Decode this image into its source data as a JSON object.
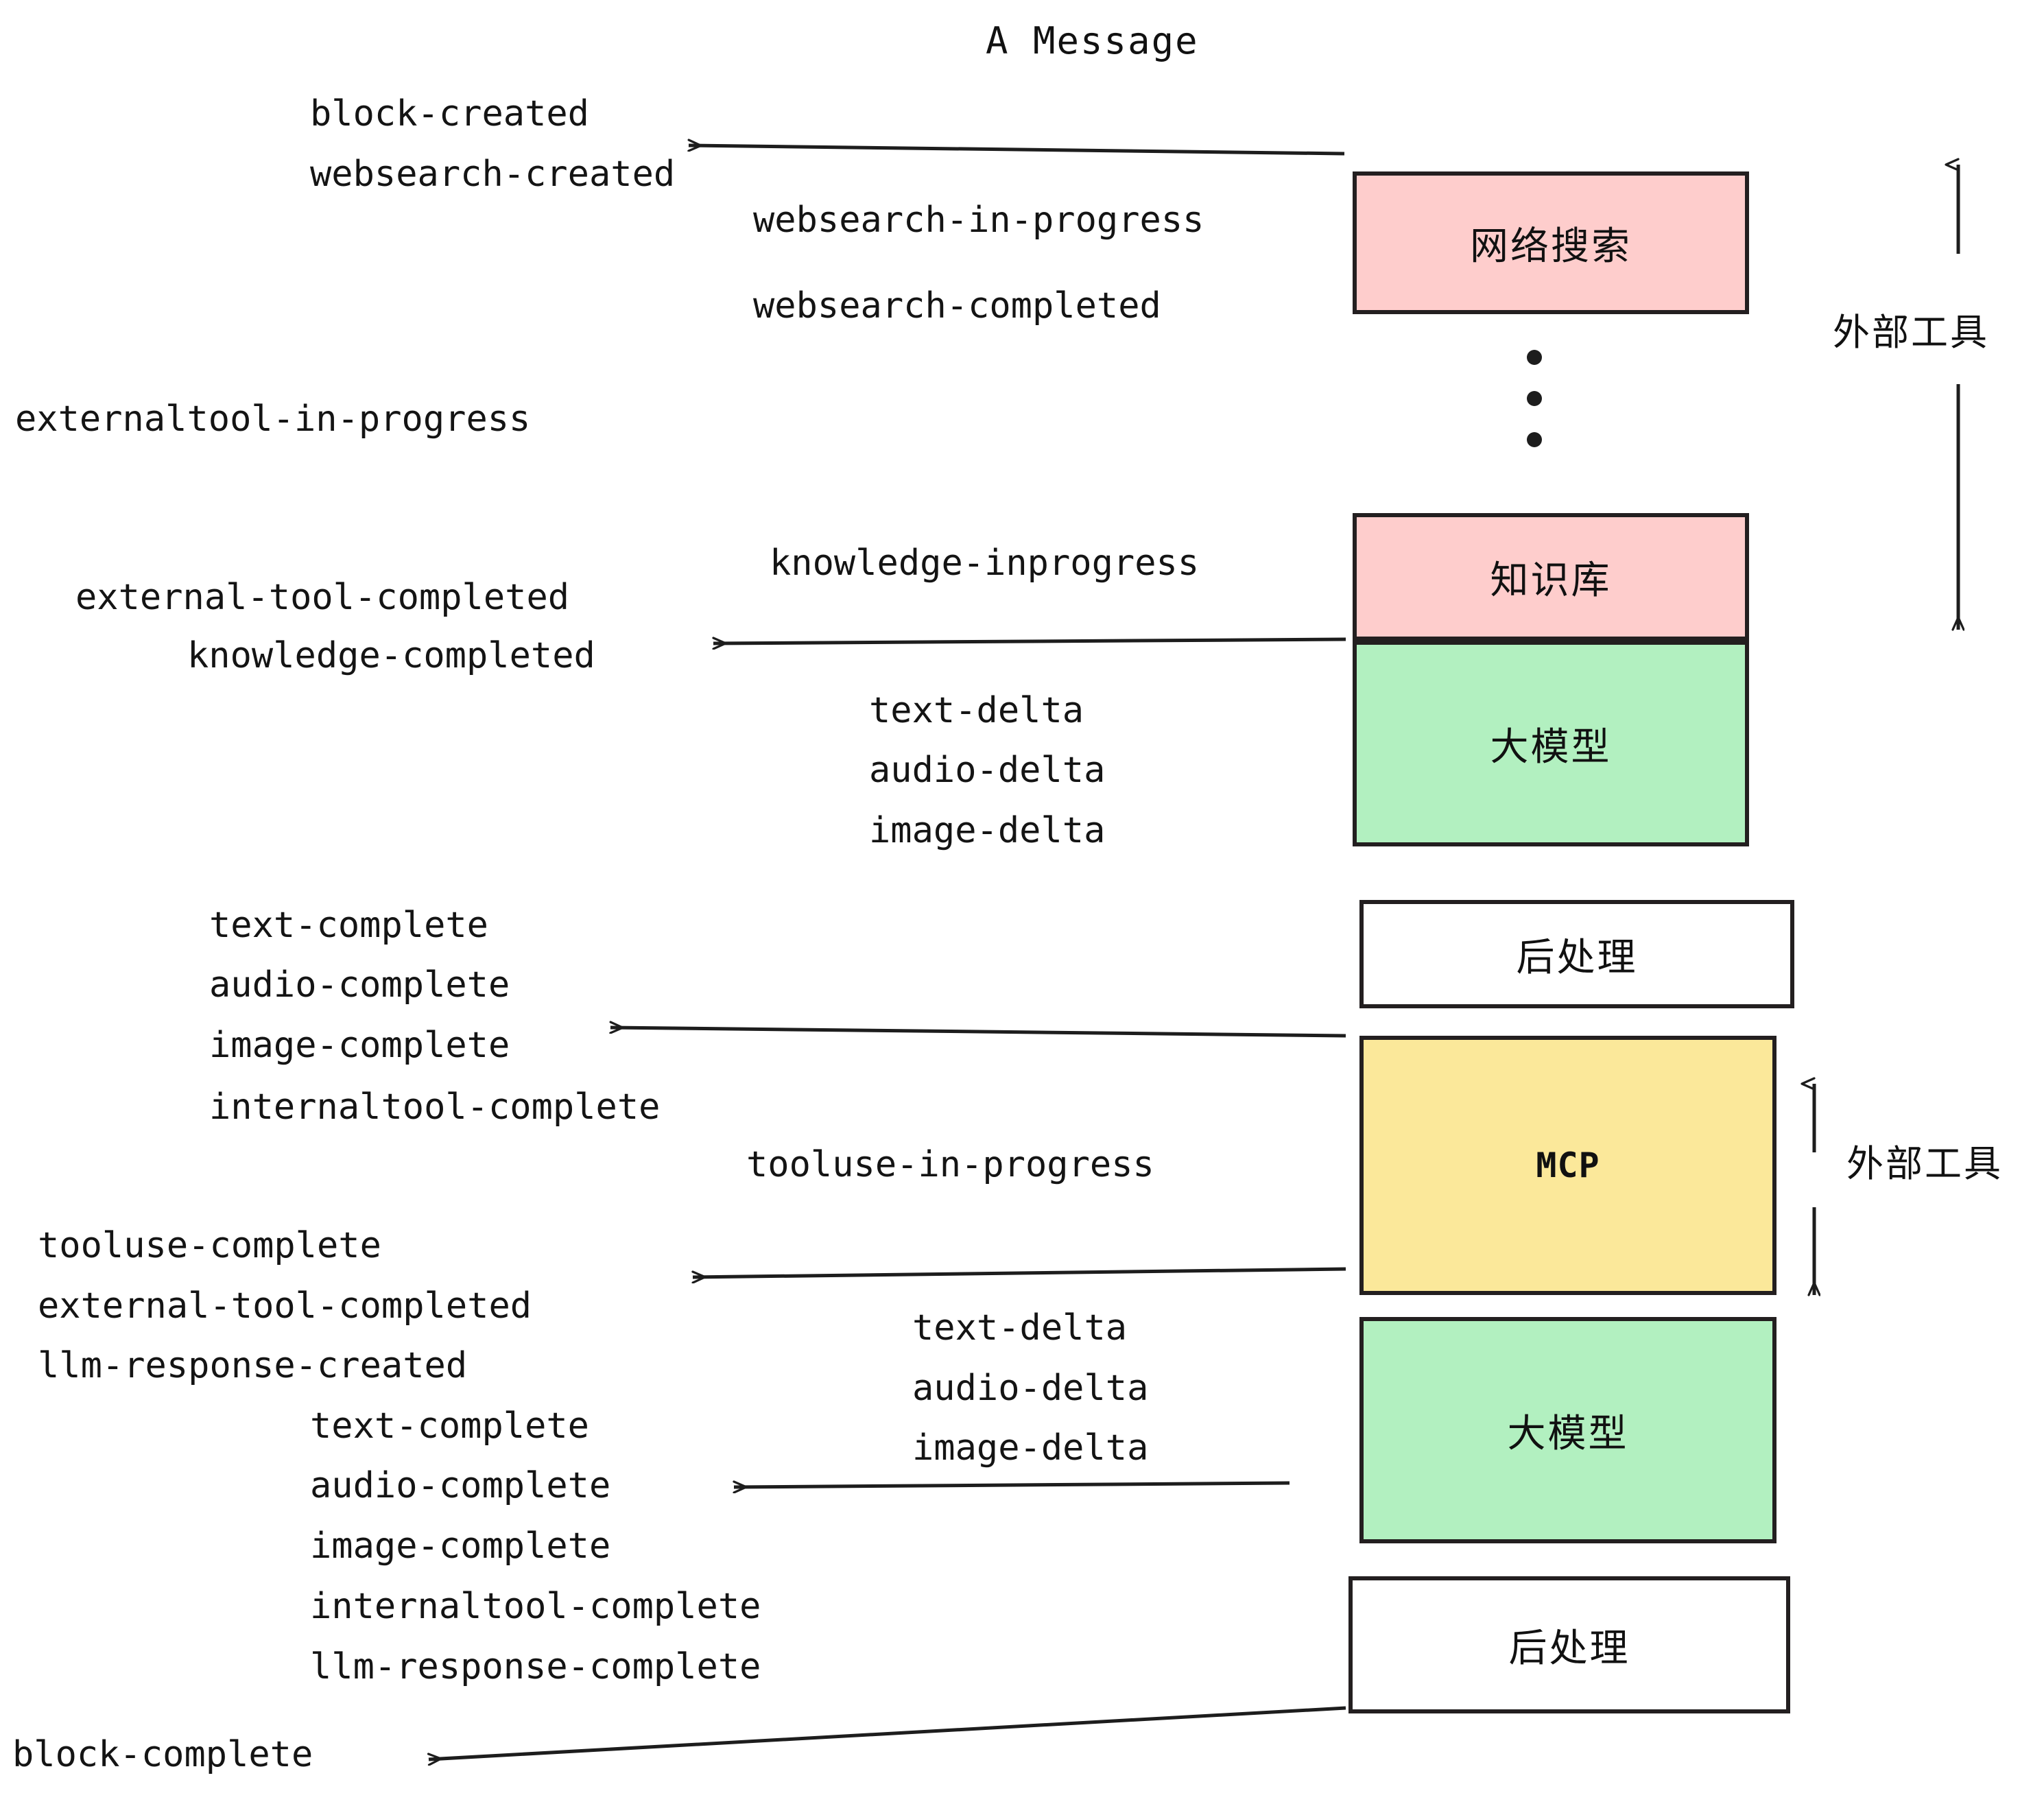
{
  "title": "A Message",
  "colors": {
    "external_tool_box": "#fecdcc",
    "llm_box": "#b2f0c0",
    "mcp_box": "#fbe89a",
    "postprocess_box": "#ffffff",
    "stroke": "#231f20",
    "text": "#141414"
  },
  "boxes": [
    {
      "id": "websearch",
      "label": "网络搜索",
      "fill": "pink"
    },
    {
      "id": "knowledgebase",
      "label": "知识库",
      "fill": "pink"
    },
    {
      "id": "llm-1",
      "label": "大模型",
      "fill": "green"
    },
    {
      "id": "postprocess-1",
      "label": "后处理",
      "fill": "white"
    },
    {
      "id": "mcp",
      "label": "MCP",
      "fill": "yellow"
    },
    {
      "id": "llm-2",
      "label": "大模型",
      "fill": "green"
    },
    {
      "id": "postprocess-2",
      "label": "后处理",
      "fill": "white"
    }
  ],
  "side_annotations": [
    {
      "id": "external-tools-top",
      "label": "外部工具"
    },
    {
      "id": "external-tools-bottom",
      "label": "外部工具"
    }
  ],
  "events": {
    "block_created": "block-created",
    "websearch_created": "websearch-created",
    "websearch_in_progress": "websearch-in-progress",
    "websearch_completed": "websearch-completed",
    "externaltool_in_progress": "externaltool-in-progress",
    "knowledge_inprogress": "knowledge-inprogress",
    "external_tool_completed_1": "external-tool-completed",
    "knowledge_completed": "knowledge-completed",
    "text_delta_1": "text-delta",
    "audio_delta_1": "audio-delta",
    "image_delta_1": "image-delta",
    "text_complete_1": "text-complete",
    "audio_complete_1": "audio-complete",
    "image_complete_1": "image-complete",
    "internaltool_complete_1": "internaltool-complete",
    "tooluse_in_progress": "tooluse-in-progress",
    "tooluse_complete": "tooluse-complete",
    "external_tool_completed_2": "external-tool-completed",
    "llm_response_created": "llm-response-created",
    "text_delta_2": "text-delta",
    "audio_delta_2": "audio-delta",
    "image_delta_2": "image-delta",
    "text_complete_2": "text-complete",
    "audio_complete_2": "audio-complete",
    "image_complete_2": "image-complete",
    "internaltool_complete_2": "internaltool-complete",
    "llm_response_complete": "llm-response-complete",
    "block_complete": "block-complete"
  }
}
